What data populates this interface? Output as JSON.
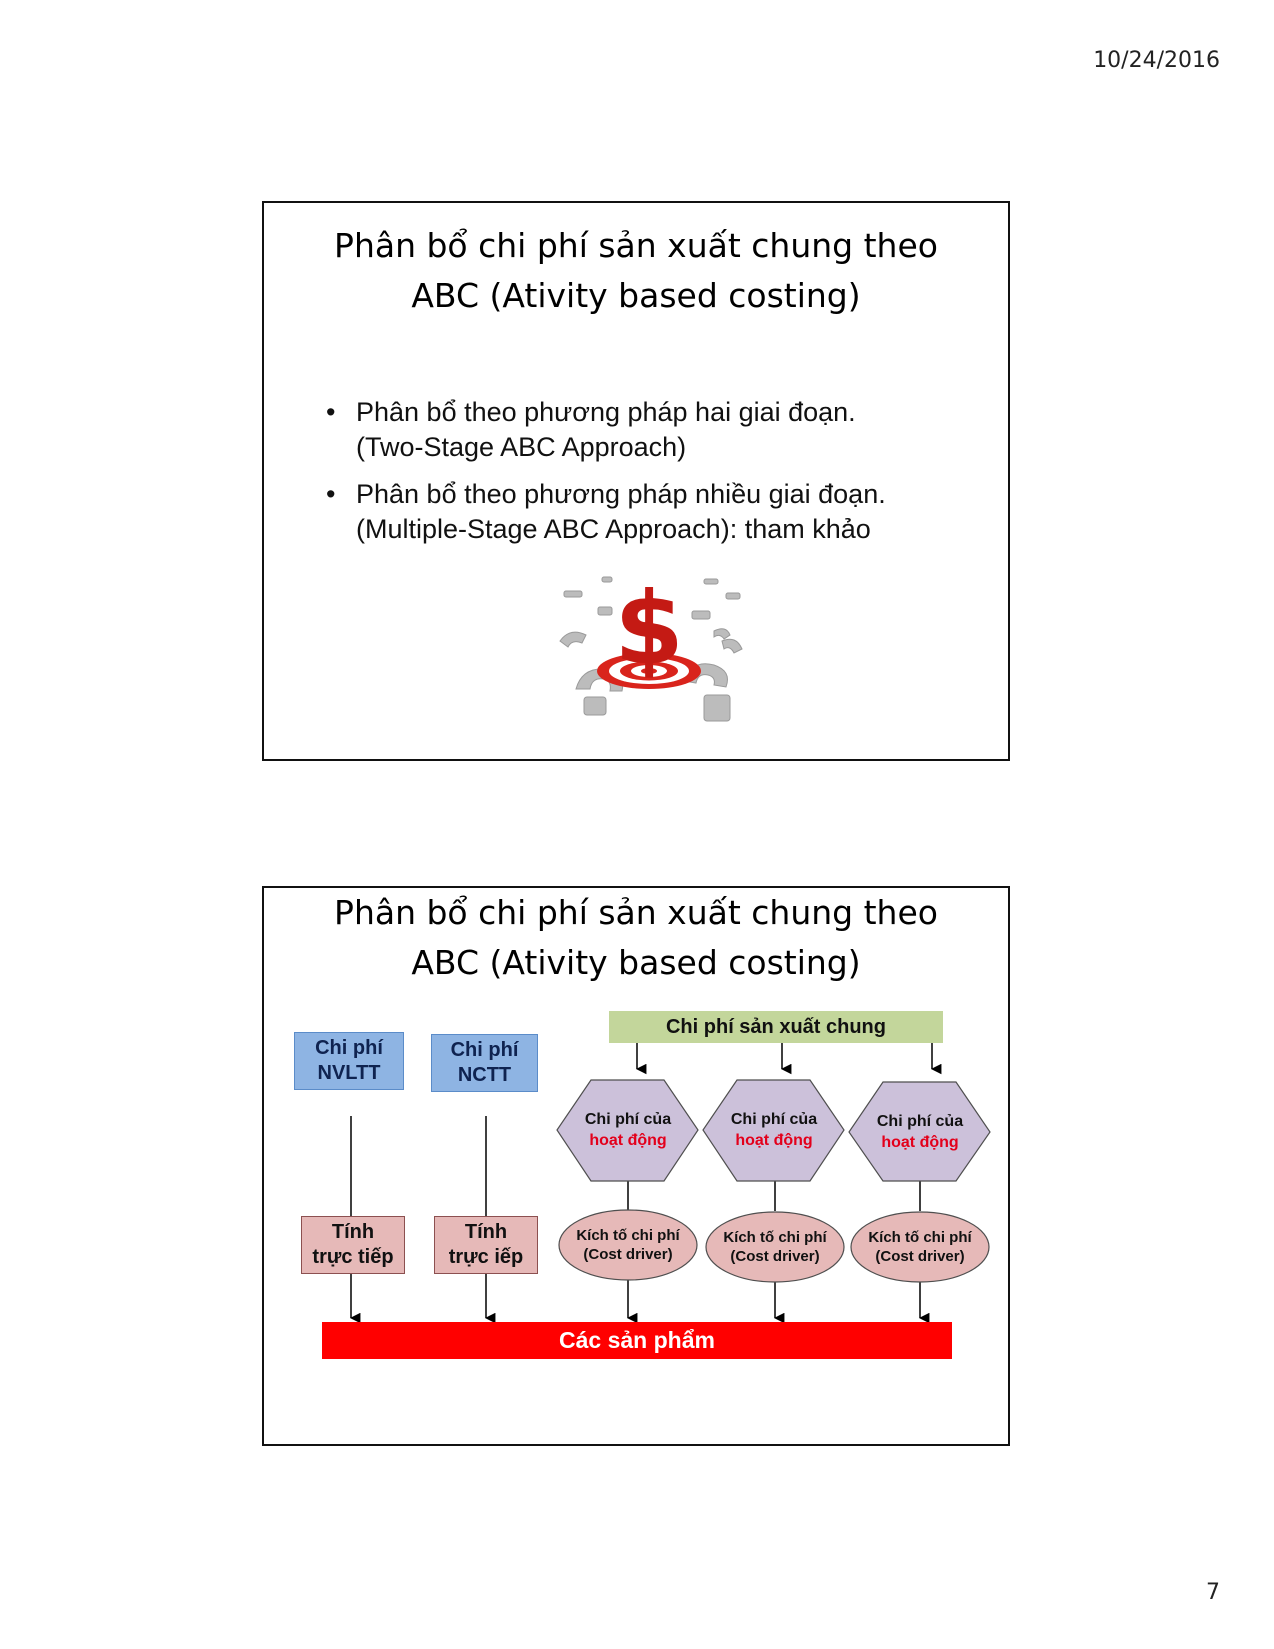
{
  "header": {
    "date": "10/24/2016"
  },
  "footer": {
    "page_number": "7"
  },
  "slide1": {
    "title_line1": "Phân bổ chi phí sản xuất chung theo",
    "title_line2": "ABC (Ativity based costing)",
    "bullets": [
      {
        "line1": "Phân bổ theo phương pháp hai giai đoạn.",
        "line2": "(Two-Stage ABC Approach)"
      },
      {
        "line1": "Phân bổ theo phương pháp nhiều giai đoạn.",
        "line2": "(Multiple-Stage ABC Approach): tham khảo"
      }
    ]
  },
  "slide2": {
    "title_line1": "Phân bổ chi phí sản xuất chung theo",
    "title_line2": "ABC (Ativity based costing)",
    "diagram": {
      "top_bar": "Chi phí sản xuất chung",
      "box_nvltt": {
        "line1": "Chi phí",
        "line2": "NVLTT"
      },
      "box_nctt": {
        "line1": "Chi phí",
        "line2": "NCTT"
      },
      "direct1": {
        "line1": "Tính",
        "line2": "trực tiếp"
      },
      "direct2": {
        "line1": "Tính",
        "line2": "trực iếp"
      },
      "activities": [
        {
          "line1": "Chi phí của",
          "line2": "hoạt động"
        },
        {
          "line1": "Chi phí của",
          "line2": "hoạt động"
        },
        {
          "line1": "Chi phí của",
          "line2": "hoạt động"
        }
      ],
      "drivers": [
        {
          "line1": "Kích tố chi phí",
          "line2": "(Cost driver)"
        },
        {
          "line1": "Kích tố chi phí",
          "line2": "(Cost driver)"
        },
        {
          "line1": "Kích tố chi phí",
          "line2": "(Cost driver)"
        }
      ],
      "bottom_bar": "Các sản phẩm"
    }
  },
  "colors": {
    "blue_box": "#8eb4e3",
    "pink_box": "#e6b9b8",
    "green_bar": "#c3d69b",
    "hexagon": "#ccc1da",
    "red_bar": "#ff0000",
    "red_text": "#e3001b"
  }
}
